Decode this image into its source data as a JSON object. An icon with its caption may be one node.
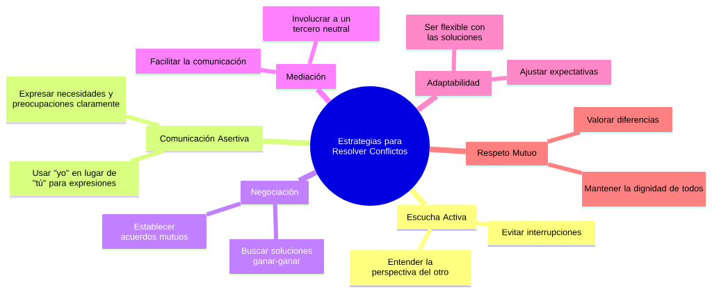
{
  "diagram": {
    "nodes": [
      {
        "text": [
          "Estrategias para Resolver Conflictos"
        ]
      },
      {
        "text": [
          "Mediación"
        ]
      },
      {
        "text": [
          "Involucrar a un tercero neutral"
        ]
      },
      {
        "text": [
          "Facilitar la comunicación"
        ]
      },
      {
        "text": [
          "Adaptabilidad"
        ]
      },
      {
        "text": [
          "Ser flexible con las soluciones"
        ]
      },
      {
        "text": [
          "Ajustar expectativas"
        ]
      },
      {
        "text": [
          "Comunicación Asertiva"
        ]
      },
      {
        "text": [
          "Expresar necesidades y preocupaciones claramente"
        ]
      },
      {
        "text": [
          "Usar \"yo\" en lugar de \"tú\" para expresiones"
        ]
      },
      {
        "text": [
          "Respeto Mutuo"
        ]
      },
      {
        "text": [
          "Valorar diferencias"
        ]
      },
      {
        "text": [
          "Mantener la dignidad de todos"
        ]
      },
      {
        "text": [
          "Negociación"
        ]
      },
      {
        "text": [
          "Establecer acuerdos mutuos"
        ]
      },
      {
        "text": [
          "Buscar soluciones ganar-ganar"
        ]
      },
      {
        "text": [
          "Escucha Activa"
        ]
      },
      {
        "text": [
          "Evitar interrupciones"
        ]
      },
      {
        "text": [
          "Entender la perspectiva del otro"
        ]
      }
    ],
    "edges": [
      {
        "from": 0,
        "to": 1,
        "arrow": "none",
        "color": "#ff80ff"
      },
      {
        "from": 1,
        "to": 2,
        "arrow": "none",
        "color": "#ff80ff"
      },
      {
        "from": 1,
        "to": 3,
        "arrow": "none",
        "color": "#ff80ff"
      },
      {
        "from": 0,
        "to": 4,
        "arrow": "none",
        "color": "#ff88c8"
      },
      {
        "from": 4,
        "to": 5,
        "arrow": "none",
        "color": "#ff88c8"
      },
      {
        "from": 4,
        "to": 6,
        "arrow": "none",
        "color": "#ff88c8"
      },
      {
        "from": 0,
        "to": 7,
        "arrow": "none",
        "color": "#d9ff80"
      },
      {
        "from": 7,
        "to": 8,
        "arrow": "none",
        "color": "#d9ff80"
      },
      {
        "from": 7,
        "to": 9,
        "arrow": "none",
        "color": "#d9ff80"
      },
      {
        "from": 0,
        "to": 10,
        "arrow": "none",
        "color": "#ff8080"
      },
      {
        "from": 10,
        "to": 11,
        "arrow": "none",
        "color": "#ff8080"
      },
      {
        "from": 10,
        "to": 12,
        "arrow": "none",
        "color": "#ff8080"
      },
      {
        "from": 0,
        "to": 13,
        "arrow": "none",
        "color": "#c080ff"
      },
      {
        "from": 13,
        "to": 14,
        "arrow": "none",
        "color": "#c080ff"
      },
      {
        "from": 13,
        "to": 15,
        "arrow": "none",
        "color": "#c080ff"
      },
      {
        "from": 0,
        "to": 16,
        "arrow": "none",
        "color": "#ffff80"
      },
      {
        "from": 16,
        "to": 17,
        "arrow": "none",
        "color": "#ffff80"
      },
      {
        "from": 16,
        "to": 18,
        "arrow": "none",
        "color": "#ffff80"
      }
    ]
  }
}
